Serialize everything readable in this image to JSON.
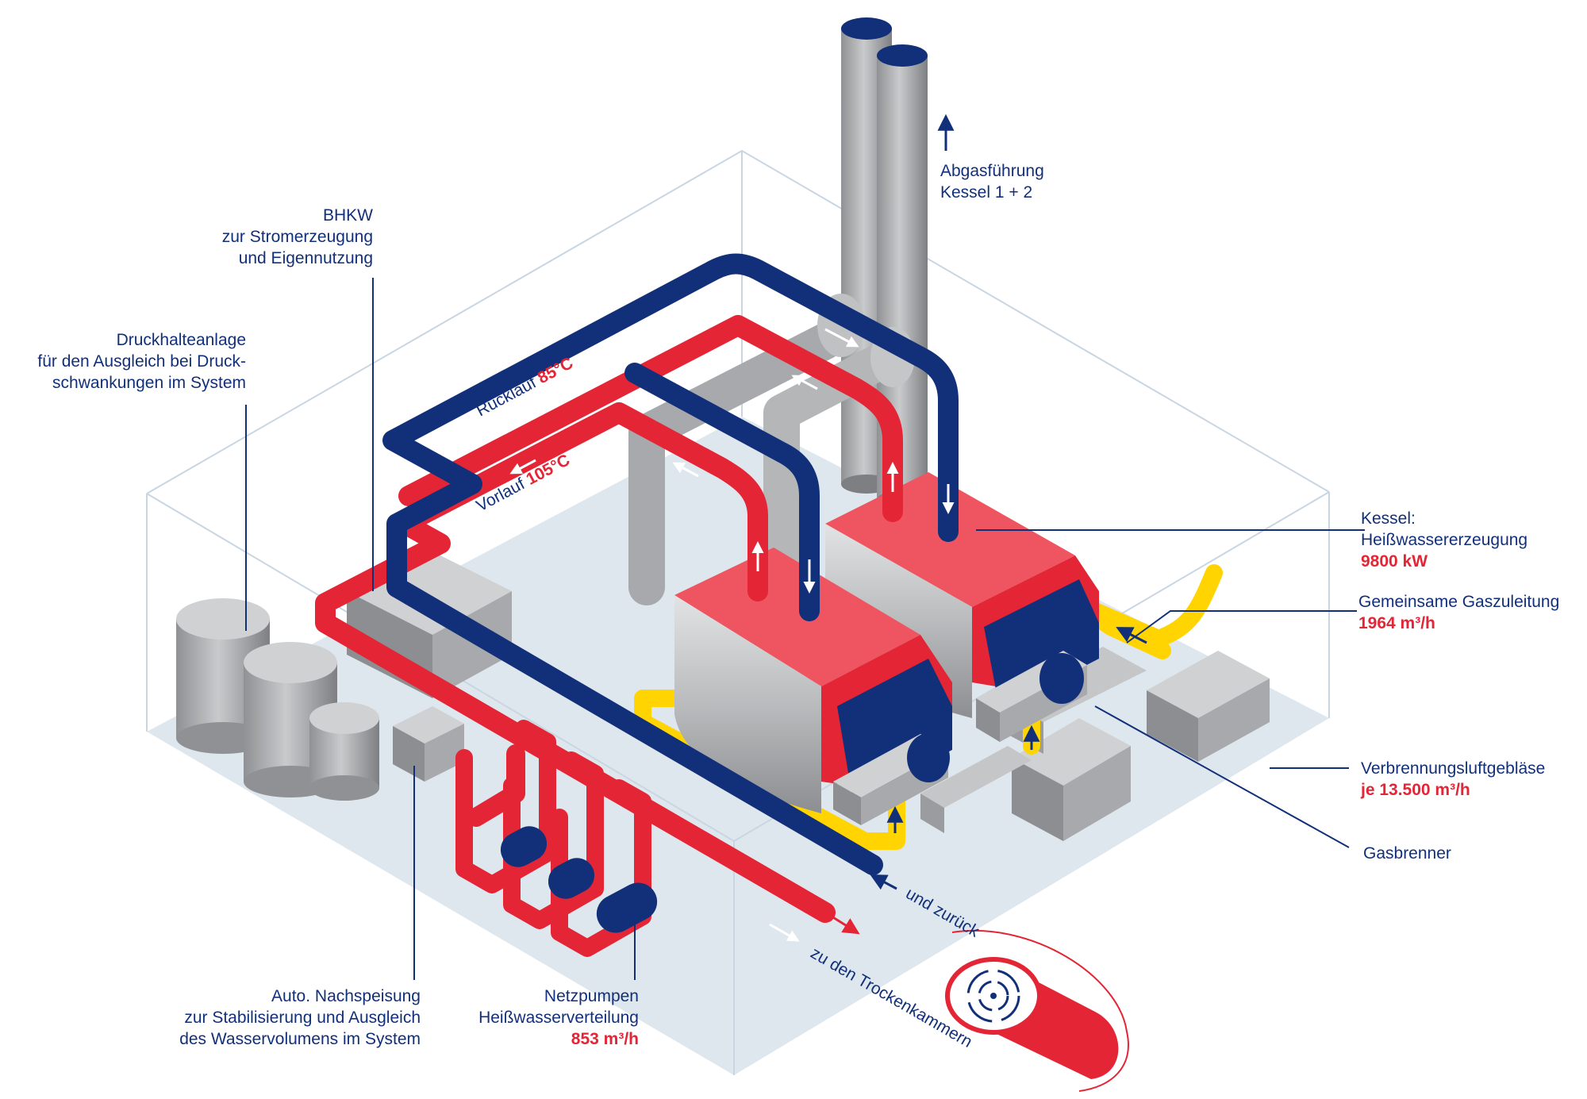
{
  "labels": {
    "abgas": [
      "Abgasführung",
      "Kessel 1 + 2"
    ],
    "bhkw": [
      "BHKW",
      "zur Stromerzeugung",
      "und Eigennutzung"
    ],
    "druck": [
      "Druckhalteanlage",
      "für den Ausgleich bei Druck-",
      "schwankungen im System"
    ],
    "kessel": [
      "Kessel:",
      "Heißwassererzeugung"
    ],
    "kessel_value": "9800 kW",
    "gas": "Gemeinsame Gaszuleitung",
    "gas_value": "1964 m³/h",
    "luft": "Verbrennungsluftgebläse",
    "luft_value": "je 13.500 m³/h",
    "brenner": "Gasbrenner",
    "nachspeisung": [
      "Auto. Nachspeisung",
      "zur Stabilisierung und Ausgleich",
      "des Wasservolumens im System"
    ],
    "netzpumpen": [
      "Netzpumpen",
      "Heißwasserverteilung"
    ],
    "netzpumpen_value": "853 m³/h",
    "ruecklauf": "Rücklauf",
    "ruecklauf_temp": "85°C",
    "vorlauf": "Vorlauf",
    "vorlauf_temp": "105°C",
    "zurueck": "und zurück",
    "trocken": "zu den Trockenkammern"
  },
  "colors": {
    "navy": "#12307a",
    "red": "#e42535",
    "redLight": "#ef5560",
    "yellow": "#ffd400",
    "gray": "#a7a9ac",
    "grayDark": "#7d7f82",
    "grayLight": "#cfd1d3",
    "floor": "#dfe7ee"
  }
}
